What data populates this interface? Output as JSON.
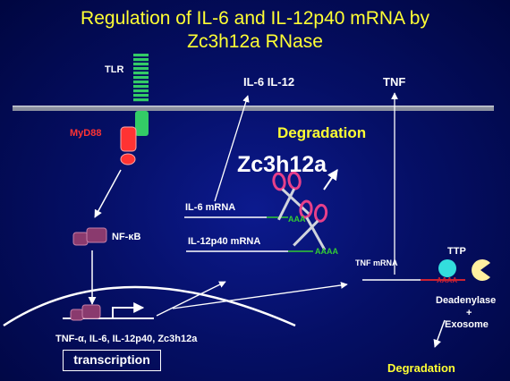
{
  "title": {
    "line1": "Regulation of IL-6 and IL-12p40 mRNA by",
    "line2": "Zc3h12a RNase"
  },
  "labels": {
    "tlr": "TLR",
    "myd88": "MyD88",
    "il6_il12": "IL-6  IL-12",
    "tnf": "TNF",
    "degradation_top": "Degradation",
    "zc3h12a": "Zc3h12a",
    "il6_mrna": "IL-6 mRNA",
    "il12p40_mrna": "IL-12p40 mRNA",
    "aaa": "AAA",
    "aaaa_il12": "AAAA",
    "nfkb": "NF-κB",
    "tnf_mrna": "TNF mRNA",
    "ttp": "TTP",
    "aaaa_tnf": "AAAA",
    "deadenylase": "Deadenylase",
    "plus": "+",
    "exosome": "Exosome",
    "genes": "TNF-α, IL-6, IL-12p40, Zc3h12a",
    "transcription": "transcription",
    "degradation_bottom": "Degradation"
  },
  "colors": {
    "title": "#ffff33",
    "myd88": "#ff3333",
    "receptor": "#33cc66",
    "poly_a": "#33cc33",
    "scissors": "#e8408a",
    "ttp": "#33dddd",
    "membrane": "#8a8f9e",
    "tnf_tail": "#cc2233"
  },
  "icons": {
    "scissors": "scissors-icon",
    "ttp": "ttp-circle-icon",
    "deadenylase": "pacman-icon"
  }
}
